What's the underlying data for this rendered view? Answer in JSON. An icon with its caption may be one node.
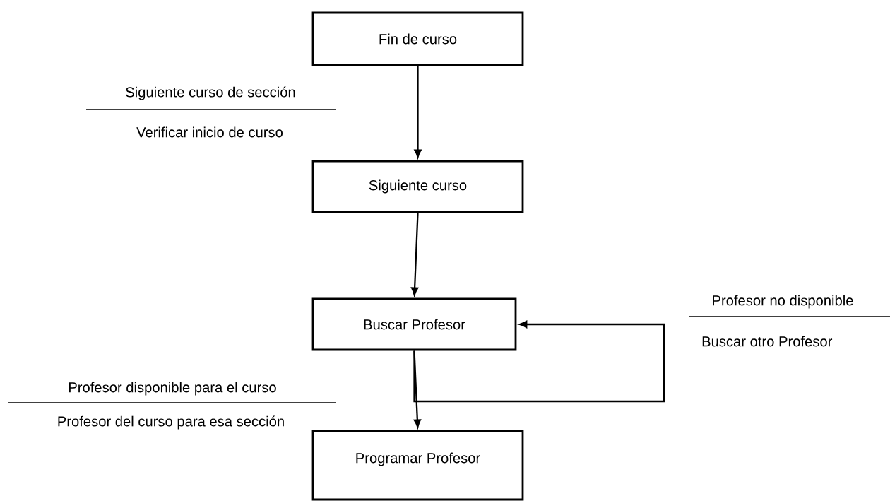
{
  "diagram": {
    "nodes": [
      {
        "text": [
          "Fin de curso"
        ]
      },
      {
        "text": [
          "Siguiente curso"
        ]
      },
      {
        "text": [
          "Buscar Profesor"
        ]
      },
      {
        "text": [
          "Programar Profesor"
        ]
      }
    ],
    "edges": [
      {
        "from": 0,
        "to": 1,
        "arrow": "to"
      },
      {
        "from": 1,
        "to": 2,
        "arrow": "to"
      },
      {
        "from": 2,
        "to": 3,
        "arrow": "to"
      },
      {
        "from": 2,
        "to": 2,
        "arrow": "to"
      }
    ],
    "labels": [
      "Siguiente curso de sección",
      "Verificar inicio de curso",
      "Profesor disponible para el curso",
      "Profesor del curso para esa sección",
      "Profesor no disponible",
      "Buscar otro Profesor"
    ]
  }
}
